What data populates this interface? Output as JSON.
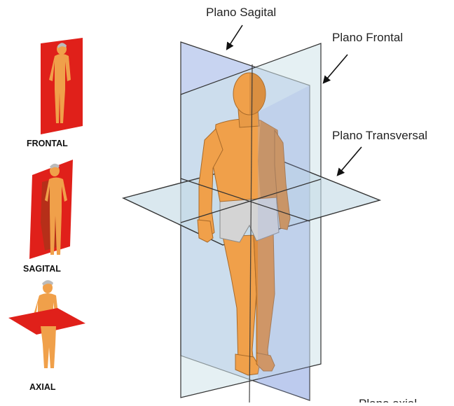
{
  "labels": {
    "sagital": "Plano Sagital",
    "frontal": "Plano Frontal",
    "transversal": "Plano Transversal"
  },
  "thumbnails": [
    {
      "label": "FRONTAL"
    },
    {
      "label": "SAGITAL"
    },
    {
      "label": "AXIAL"
    }
  ],
  "colors": {
    "plane_red": "#e0201a",
    "plane_blue": "#9bb0e6",
    "plane_light": "#c6dbe6",
    "skin": "#f0a04a",
    "skin_shadow": "#c9823a",
    "hair": "#b8b8b8",
    "shorts": "#d4d4d4"
  }
}
